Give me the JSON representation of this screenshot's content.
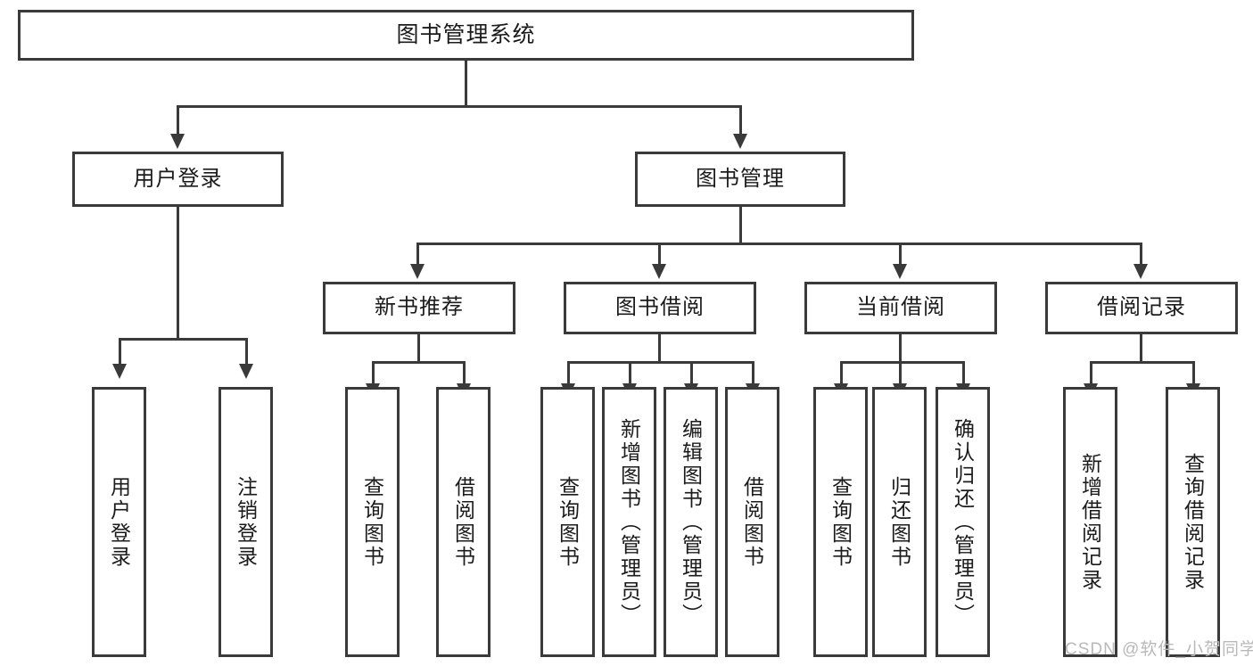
{
  "diagram": {
    "type": "tree-hierarchy",
    "title": "图书管理系统",
    "root": {
      "label": "图书管理系统"
    },
    "level2": [
      {
        "id": "user-login",
        "label": "用户登录"
      },
      {
        "id": "book-management",
        "label": "图书管理"
      }
    ],
    "level3": [
      {
        "id": "new-book-recommend",
        "label": "新书推荐",
        "parent": "book-management"
      },
      {
        "id": "book-borrow",
        "label": "图书借阅",
        "parent": "book-management"
      },
      {
        "id": "current-borrow",
        "label": "当前借阅",
        "parent": "book-management"
      },
      {
        "id": "borrow-record",
        "label": "借阅记录",
        "parent": "book-management"
      }
    ],
    "leaves": {
      "user_login": [
        {
          "id": "leaf-user-login",
          "label": "用户登录"
        },
        {
          "id": "leaf-logout-login",
          "label": "注销登录"
        }
      ],
      "new_book_recommend": [
        {
          "id": "leaf-query-book-1",
          "label": "查询图书"
        },
        {
          "id": "leaf-borrow-book-1",
          "label": "借阅图书"
        }
      ],
      "book_borrow": [
        {
          "id": "leaf-query-book-2",
          "label": "查询图书"
        },
        {
          "id": "leaf-add-book",
          "label": "新增图书（管理员）"
        },
        {
          "id": "leaf-edit-book",
          "label": "编辑图书（管理员）"
        },
        {
          "id": "leaf-borrow-book-2",
          "label": "借阅图书"
        }
      ],
      "current_borrow": [
        {
          "id": "leaf-query-book-3",
          "label": "查询图书"
        },
        {
          "id": "leaf-return-book",
          "label": "归还图书"
        },
        {
          "id": "leaf-confirm-return",
          "label": "确认归还（管理员）"
        }
      ],
      "borrow_record": [
        {
          "id": "leaf-add-record",
          "label": "新增借阅记录"
        },
        {
          "id": "leaf-query-record",
          "label": "查询借阅记录"
        }
      ]
    },
    "watermark": "CSDN @软件_小贺同学",
    "colors": {
      "stroke": "#3a3a3a",
      "fill": "#ffffff",
      "text": "#1b1b1b",
      "watermark": "#b9b9b9"
    }
  }
}
